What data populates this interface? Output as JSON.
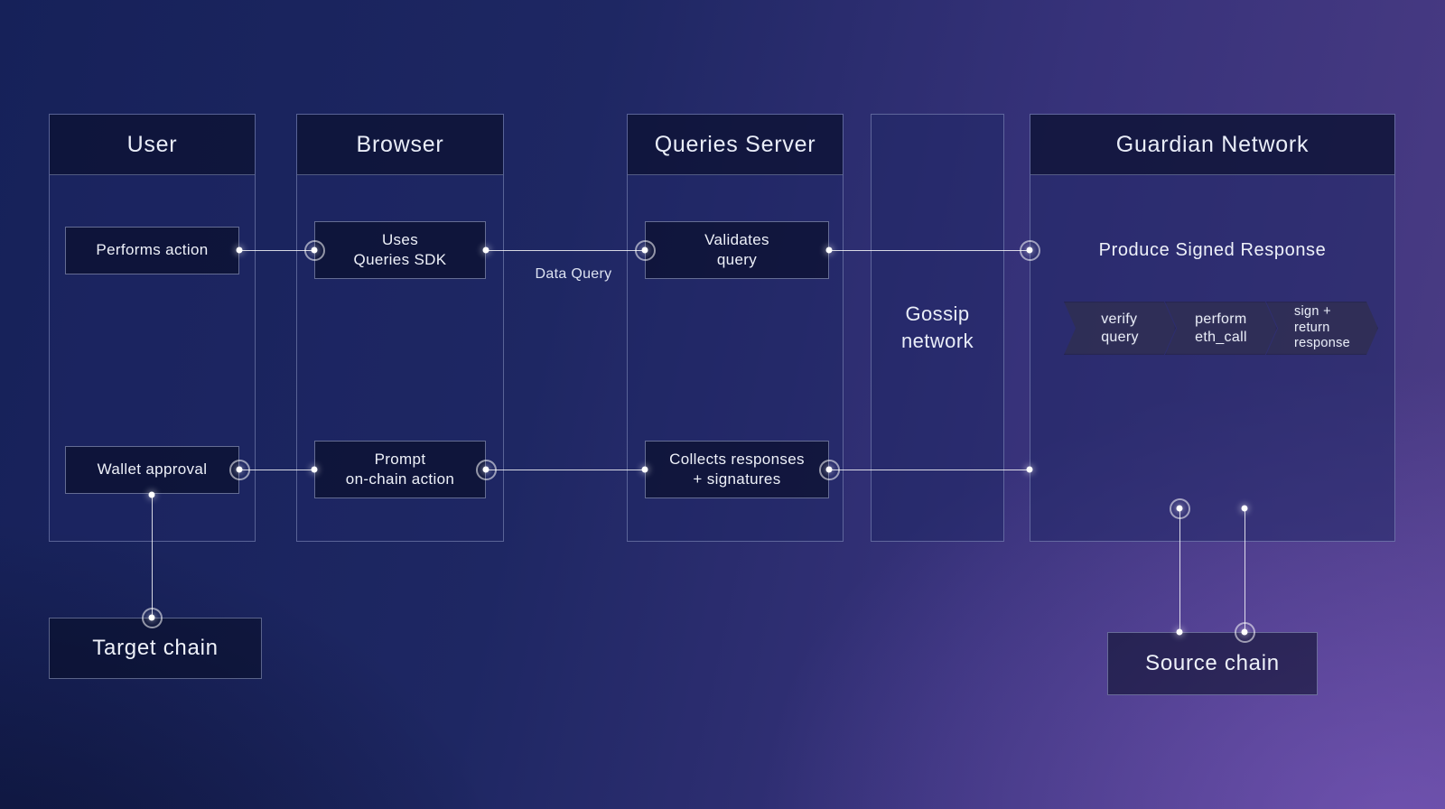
{
  "diagram": {
    "columns": {
      "user": {
        "title": "User",
        "boxes": {
          "performs_action": "Performs action",
          "wallet_approval": "Wallet approval"
        }
      },
      "browser": {
        "title": "Browser",
        "boxes": {
          "uses_sdk": "Uses\nQueries SDK",
          "prompt_action": "Prompt\non-chain action"
        }
      },
      "queries_server": {
        "title": "Queries Server",
        "boxes": {
          "validates_query": "Validates\nquery",
          "collects_responses": "Collects responses\n+ signatures"
        }
      },
      "gossip": {
        "label": "Gossip\nnetwork"
      },
      "guardian": {
        "title": "Guardian Network",
        "subtitle": "Produce Signed Response",
        "steps": [
          "verify\nquery",
          "perform\neth_call",
          "sign +\nreturn\nresponse"
        ]
      }
    },
    "edge_labels": {
      "data_query": "Data Query"
    },
    "chains": {
      "target": "Target chain",
      "source": "Source chain"
    },
    "colors": {
      "bg_navy": "#162159",
      "bg_purple": "#4c3c85",
      "panel_fill": "rgba(30,38,100,0.50)",
      "header_fill": "rgba(8,13,38,0.62)",
      "node_fill": "rgba(7,12,36,0.62)",
      "line": "#ffffff"
    }
  }
}
